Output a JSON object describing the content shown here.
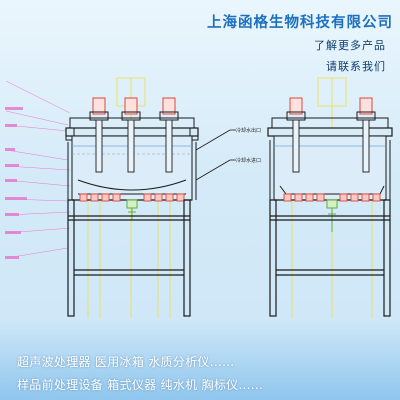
{
  "header": {
    "company": "上海函格生物科技有限公司",
    "promo_line1": "了解更多产品",
    "promo_line2": "请联系我们"
  },
  "drawing": {
    "labels": {
      "cold_water_out": "冷却水出口",
      "cold_water_in": "冷却水进口"
    }
  },
  "footer": {
    "line1": "超声波处理器  医用冰箱  水质分析仪......",
    "line2": "样品前处理设备  箱式仪器  纯水机  胸标仪......"
  },
  "colors": {
    "company": "#1d6fc0",
    "promo": "#0e3c6e",
    "frame": "#1a1a1a",
    "tank": "#6fa8dc",
    "pink": "#e57bd0",
    "yellow": "#e8e266",
    "red": "#e0453c",
    "green": "#5fae3a"
  }
}
